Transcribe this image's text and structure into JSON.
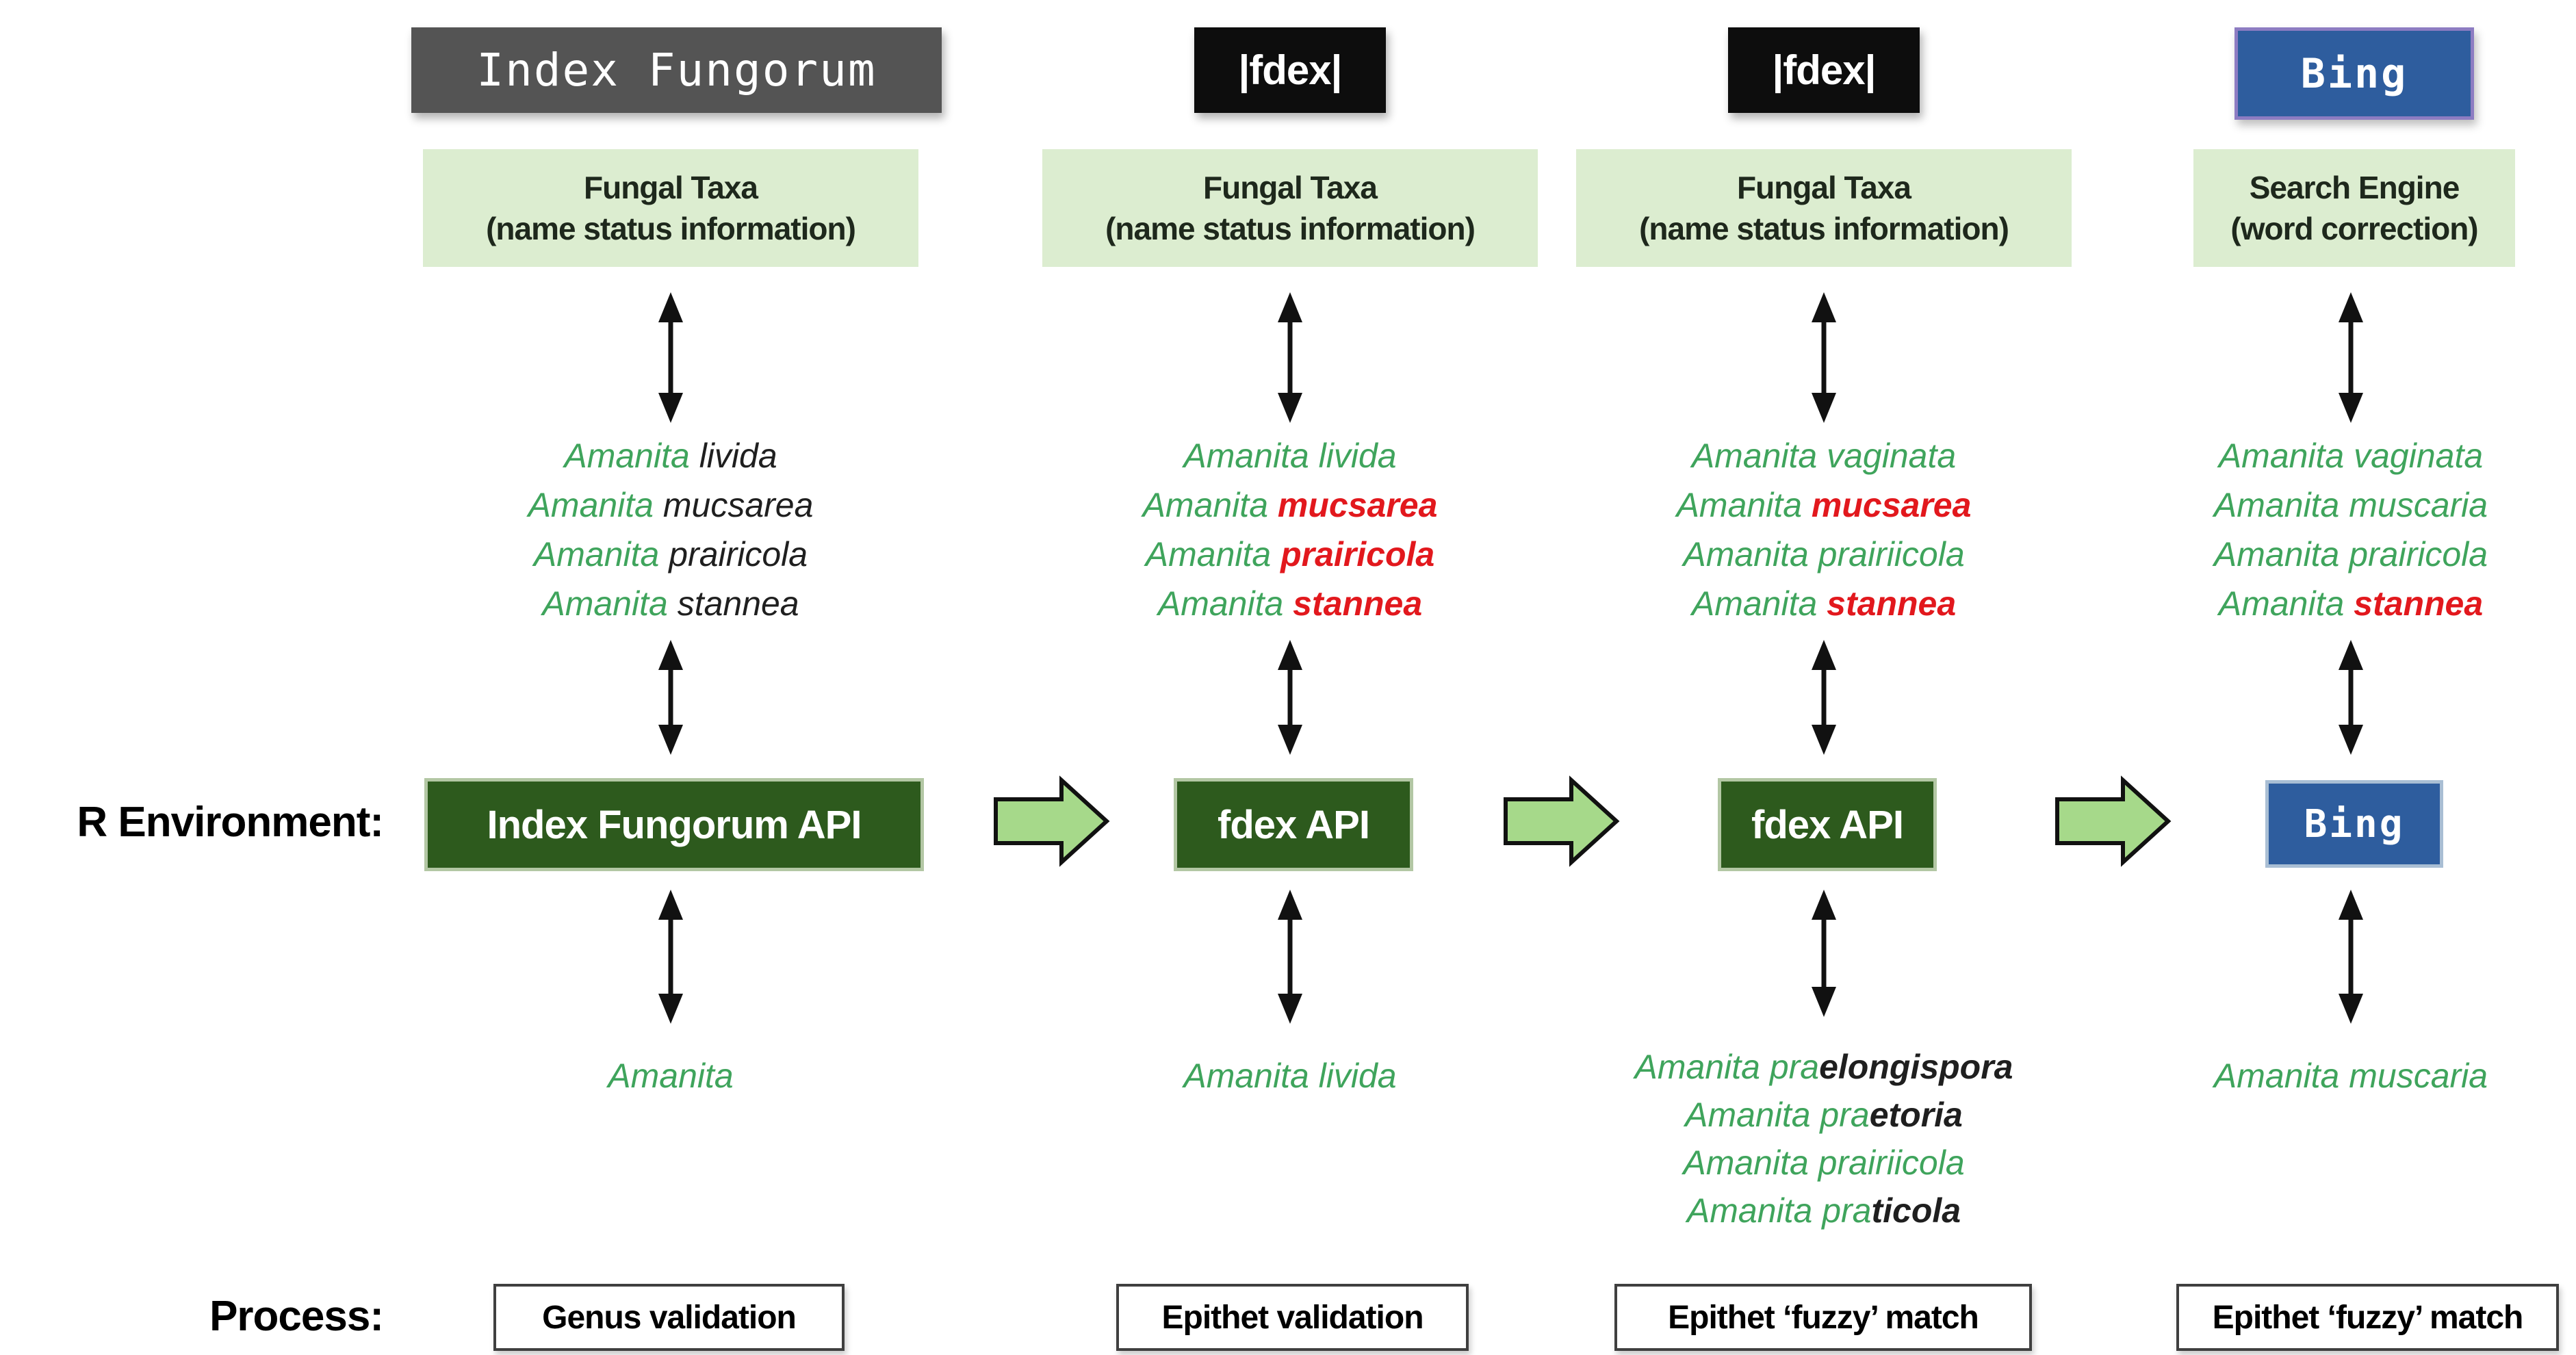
{
  "palette": {
    "green": "#3fa45c",
    "red": "#e2181d",
    "black": "#1f1f1f"
  },
  "colors": {
    "header_gray": "#545454",
    "header_black": "#0d0d0d",
    "header_blue": "#2e5d9e",
    "header_blue_border": "#8d7cc2",
    "source_green": "#dcedd0",
    "api_green": "#2d5a1d",
    "api_border": "#b3c7a4",
    "bing_blue": "#2e5d9e",
    "bing_border": "#a9bed4",
    "flow_arrow_fill": "#a6d98a"
  },
  "icons": {
    "vertical_link": "double-headed-arrow",
    "flow": "block-arrow-right"
  },
  "labels": {
    "r_environment": "R Environment:",
    "process": "Process:"
  },
  "columns": [
    {
      "id": "index-fungorum",
      "header": {
        "label": "Index Fungorum"
      },
      "source": {
        "line1": "Fungal Taxa",
        "line2": "(name status information)"
      },
      "query_list": [
        [
          {
            "t": "Amanita ",
            "c": "green"
          },
          {
            "t": "livida",
            "c": "black"
          }
        ],
        [
          {
            "t": "Amanita ",
            "c": "green"
          },
          {
            "t": "mucsarea",
            "c": "black"
          }
        ],
        [
          {
            "t": "Amanita ",
            "c": "green"
          },
          {
            "t": "prairicola",
            "c": "black"
          }
        ],
        [
          {
            "t": "Amanita ",
            "c": "green"
          },
          {
            "t": "stannea",
            "c": "black"
          }
        ]
      ],
      "api": {
        "label": "Index Fungorum API"
      },
      "result_list": [
        [
          {
            "t": "Amanita",
            "c": "green"
          }
        ]
      ],
      "process": {
        "label": "Genus validation"
      }
    },
    {
      "id": "fdex-validation",
      "header": {
        "label": "|fdex|"
      },
      "source": {
        "line1": "Fungal Taxa",
        "line2": "(name status information)"
      },
      "query_list": [
        [
          {
            "t": "Amanita livida",
            "c": "green"
          }
        ],
        [
          {
            "t": "Amanita ",
            "c": "green"
          },
          {
            "t": "mucsarea",
            "c": "red",
            "b": true
          }
        ],
        [
          {
            "t": "Amanita ",
            "c": "green"
          },
          {
            "t": "prairicola",
            "c": "red",
            "b": true
          }
        ],
        [
          {
            "t": "Amanita ",
            "c": "green"
          },
          {
            "t": "stannea",
            "c": "red",
            "b": true
          }
        ]
      ],
      "api": {
        "label": "fdex API"
      },
      "result_list": [
        [
          {
            "t": "Amanita livida",
            "c": "green"
          }
        ]
      ],
      "process": {
        "label": "Epithet validation"
      }
    },
    {
      "id": "fdex-fuzzy",
      "header": {
        "label": "|fdex|"
      },
      "source": {
        "line1": "Fungal Taxa",
        "line2": "(name status information)"
      },
      "query_list": [
        [
          {
            "t": "Amanita vaginata",
            "c": "green"
          }
        ],
        [
          {
            "t": "Amanita ",
            "c": "green"
          },
          {
            "t": "mucsarea",
            "c": "red",
            "b": true
          }
        ],
        [
          {
            "t": "Amanita prairiicola",
            "c": "green"
          }
        ],
        [
          {
            "t": "Amanita ",
            "c": "green"
          },
          {
            "t": "stannea",
            "c": "red",
            "b": true
          }
        ]
      ],
      "api": {
        "label": "fdex API"
      },
      "result_list": [
        [
          {
            "t": "Amanita pra",
            "c": "green"
          },
          {
            "t": "elongispora",
            "c": "black",
            "b": true
          }
        ],
        [
          {
            "t": "Amanita pra",
            "c": "green"
          },
          {
            "t": "etoria",
            "c": "black",
            "b": true
          }
        ],
        [
          {
            "t": "Amanita prairiicola",
            "c": "green"
          }
        ],
        [
          {
            "t": "Amanita pra",
            "c": "green"
          },
          {
            "t": "ticola",
            "c": "black",
            "b": true
          }
        ]
      ],
      "process": {
        "label": "Epithet ‘fuzzy’ match"
      }
    },
    {
      "id": "bing",
      "header": {
        "label": "Bing"
      },
      "source": {
        "line1": "Search Engine",
        "line2": "(word correction)"
      },
      "query_list": [
        [
          {
            "t": "Amanita vaginata",
            "c": "green"
          }
        ],
        [
          {
            "t": "Amanita muscaria",
            "c": "green"
          }
        ],
        [
          {
            "t": "Amanita prairicola",
            "c": "green"
          }
        ],
        [
          {
            "t": "Amanita ",
            "c": "green"
          },
          {
            "t": "stannea",
            "c": "red",
            "b": true
          }
        ]
      ],
      "api": {
        "label": "Bing"
      },
      "result_list": [
        [
          {
            "t": "Amanita muscaria",
            "c": "green"
          }
        ]
      ],
      "process": {
        "label": "Epithet ‘fuzzy’ match"
      }
    }
  ]
}
